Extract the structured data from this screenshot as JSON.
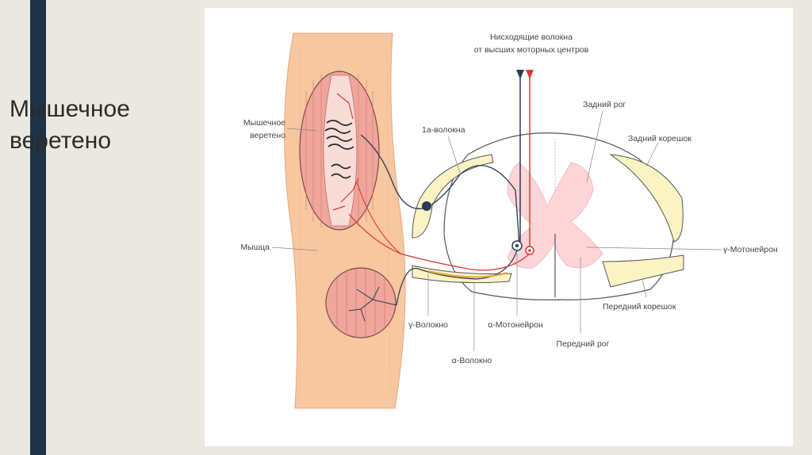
{
  "slide": {
    "title_line1": "Мышечное",
    "title_line2": "веретено"
  },
  "diagram": {
    "labels": {
      "descending_line1": "Нисходящие волокна",
      "descending_line2": "от высших моторных центров",
      "muscle_spindle_line1": "Мышечное",
      "muscle_spindle_line2": "веретено",
      "muscle": "Мышца",
      "ia_fibers": "1а-волокна",
      "dorsal_horn": "Задний рог",
      "dorsal_root": "Задний корешок",
      "gamma_motoneuron": "γ-Мотонейрон",
      "ventral_root": "Передний корешок",
      "ventral_horn": "Передний рог",
      "alpha_motoneuron": "α-Мотонейрон",
      "gamma_fiber": "γ-Волокно",
      "alpha_fiber": "α-Волокно"
    },
    "colors": {
      "muscle": "#f7c7a0",
      "spindle_fill": "#f4b7a8",
      "cord_fill": "#ffffff",
      "gray_matter": "#fbd5d8",
      "root": "#fbf3c4",
      "alpha_axon": "#d93a36",
      "ia_axon": "#2b3a55",
      "gamma_axon": "#e8a038"
    }
  }
}
